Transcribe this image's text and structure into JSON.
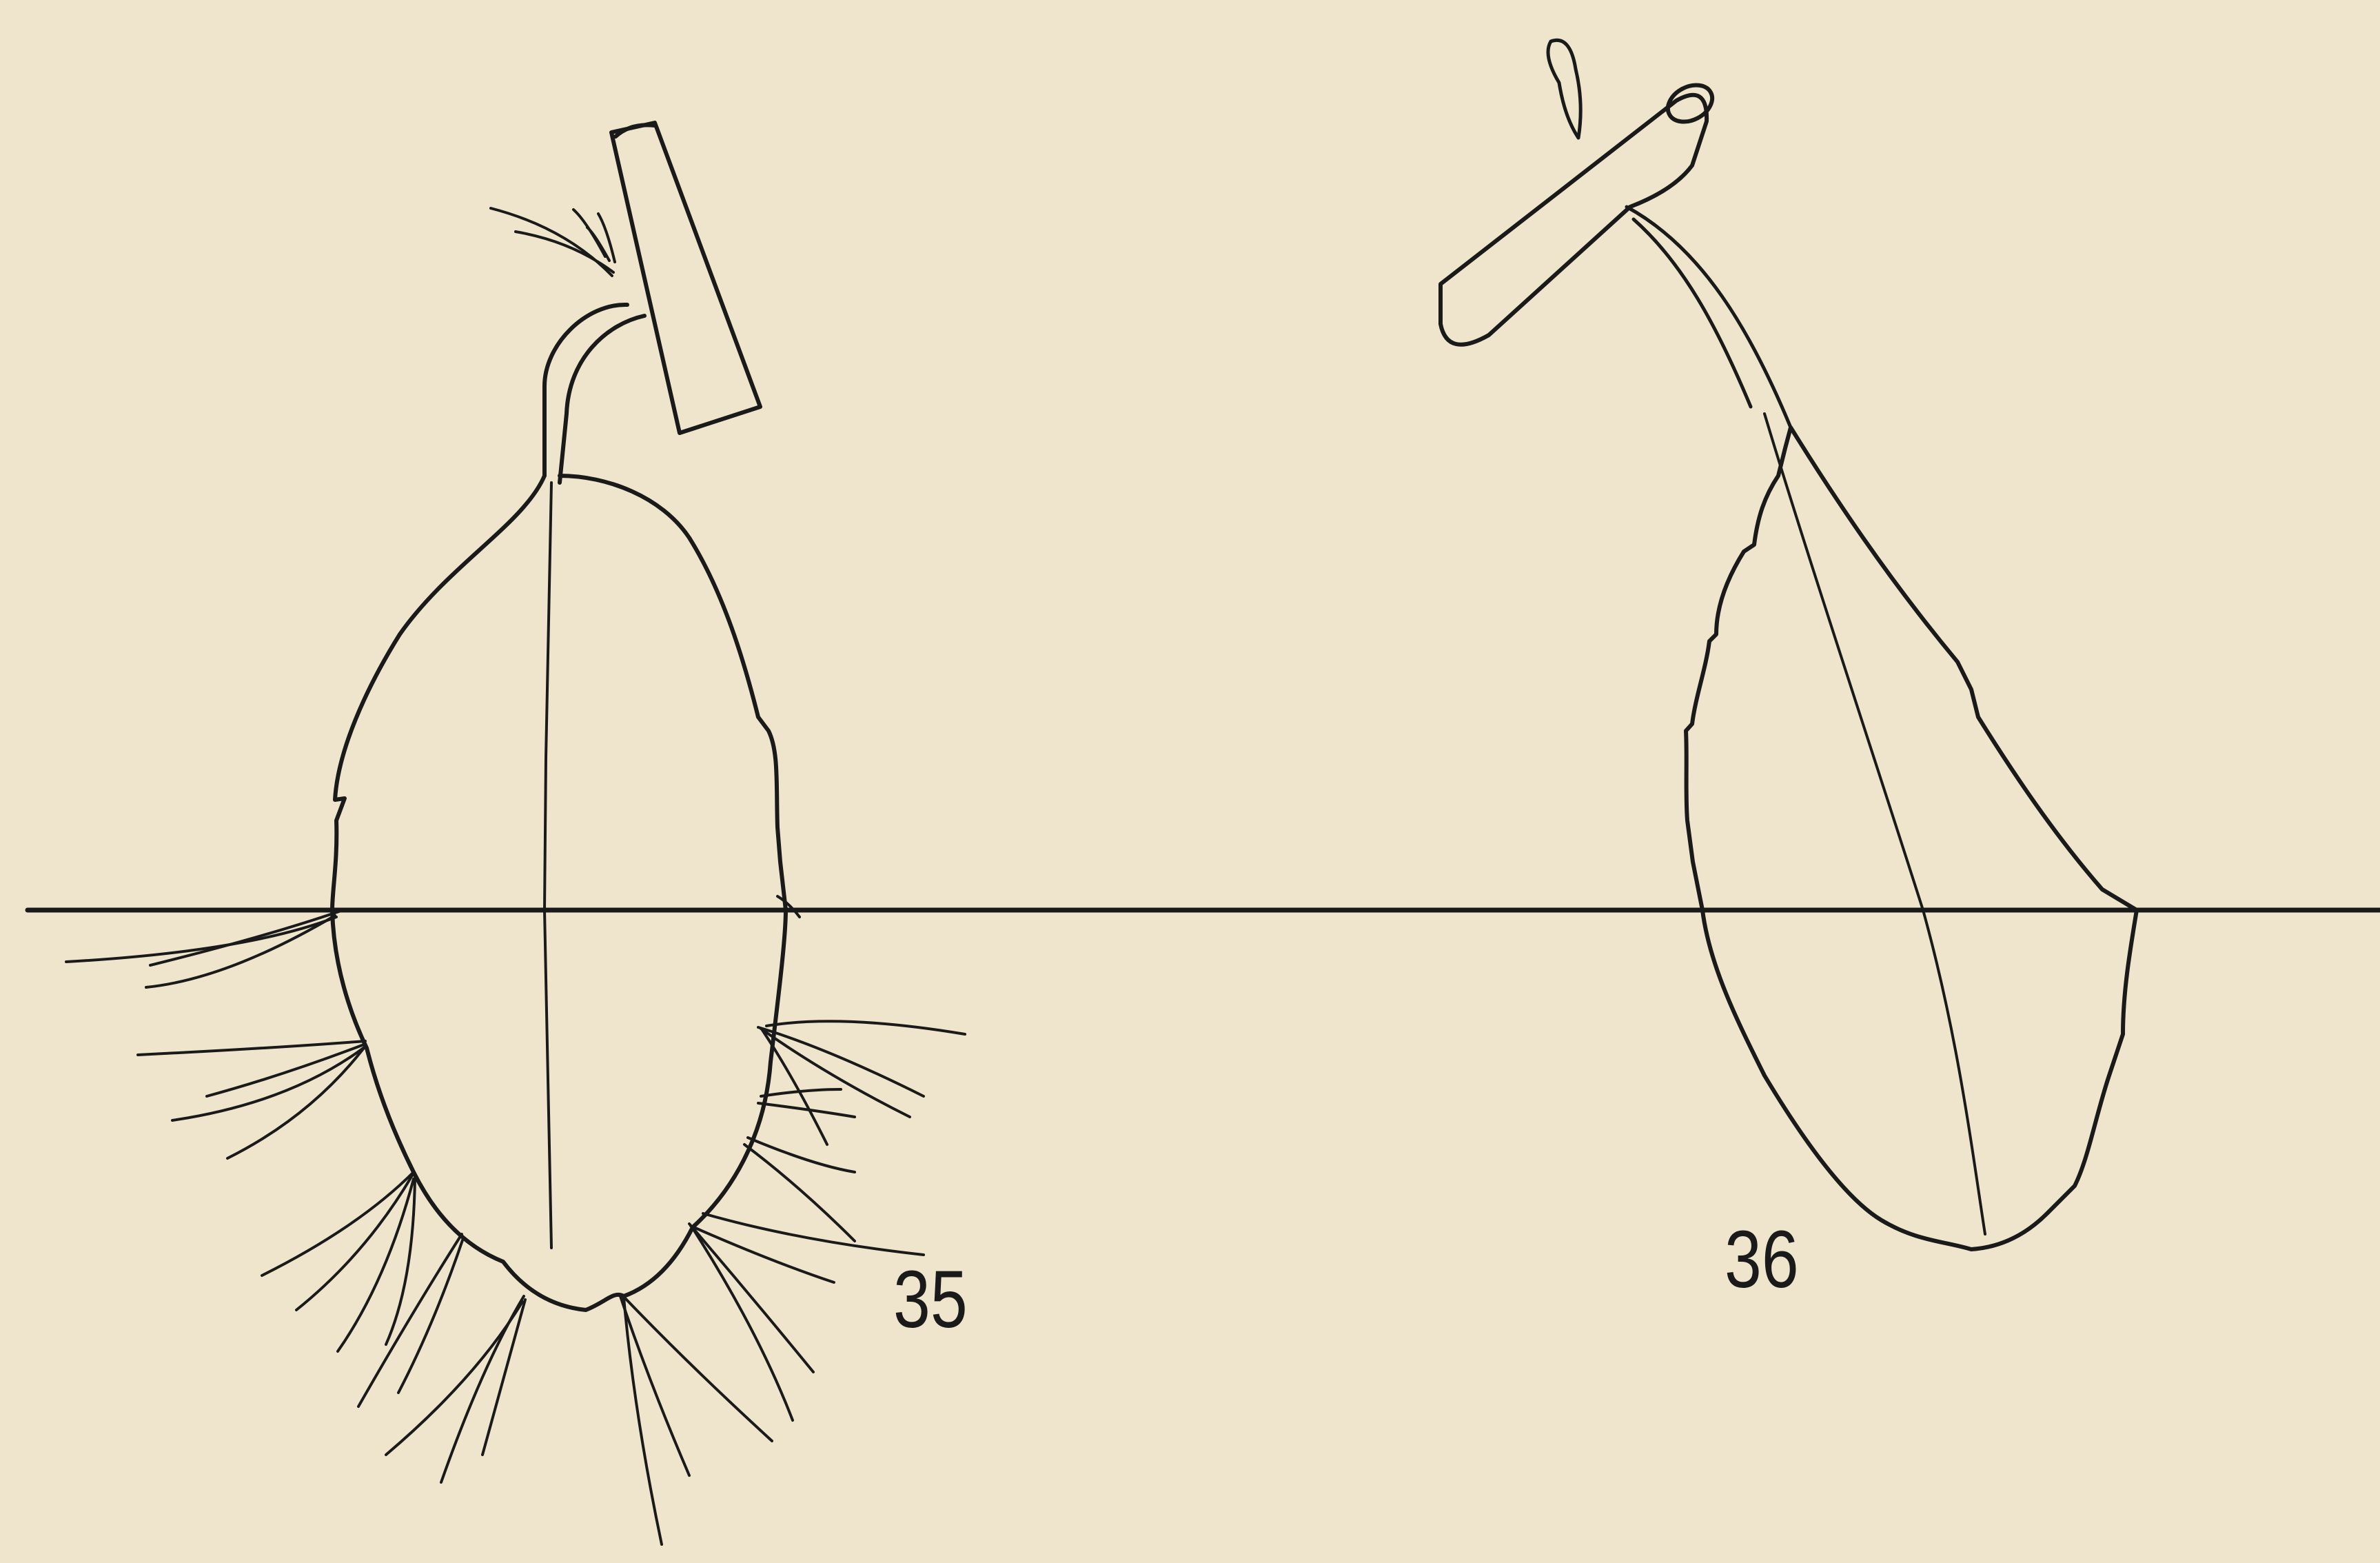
{
  "figures": [
    {
      "id": "figure-35",
      "label": "35",
      "subject": "leaf-cutting-rooting"
    },
    {
      "id": "figure-36",
      "label": "36",
      "subject": "leaf-cutting-unrooted"
    }
  ],
  "colors": {
    "paper": "#efe5cc",
    "ink": "#1a1a1a"
  }
}
